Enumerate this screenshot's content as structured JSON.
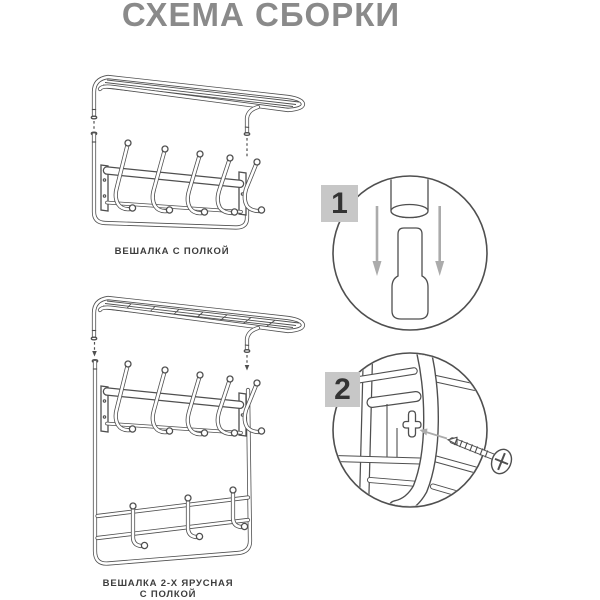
{
  "page": {
    "title": "СХЕМА СБОРКИ"
  },
  "illustrations": [
    {
      "name": "hanger-with-shelf",
      "caption": "ВЕШАЛКА С ПОЛКОЙ"
    },
    {
      "name": "hanger-two-tier-with-shelf",
      "caption_line1": "ВЕШАЛКА 2-Х ЯРУСНАЯ",
      "caption_line2": "С ПОЛКОЙ"
    }
  ],
  "steps": [
    {
      "number": "1"
    },
    {
      "number": "2"
    }
  ],
  "icons": [
    "down-arrow-icon",
    "screw-icon",
    "keyhole-slot-icon",
    "insertion-arrow-icon"
  ],
  "colors": {
    "line": "#4f4f4f",
    "title": "#8a8a8a",
    "caption": "#3d3d3d",
    "boxbg": "#c7c7c7",
    "boxnum": "#333333",
    "arrow": "#ababab"
  }
}
